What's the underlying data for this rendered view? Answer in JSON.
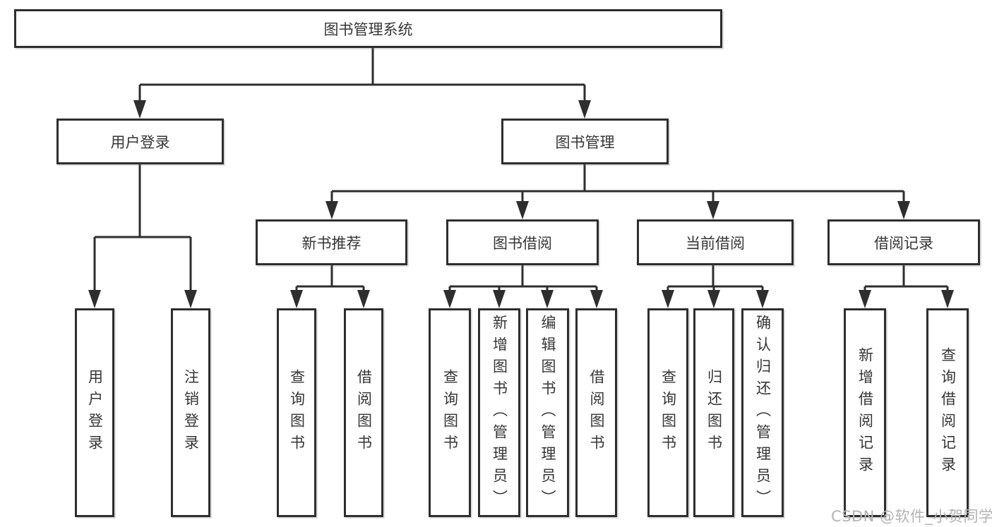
{
  "diagram": {
    "root": {
      "label": "图书管理系统"
    },
    "modules": [
      {
        "label": "用户登录",
        "features": [
          {
            "label": "用户登录"
          },
          {
            "label": "注销登录"
          }
        ]
      },
      {
        "label": "图书管理",
        "submodules": [
          {
            "label": "新书推荐",
            "features": [
              {
                "label": "查询图书"
              },
              {
                "label": "借阅图书"
              }
            ]
          },
          {
            "label": "图书借阅",
            "features": [
              {
                "label": "查询图书"
              },
              {
                "label": "新增图书（管理员）"
              },
              {
                "label": "编辑图书（管理员）"
              },
              {
                "label": "借阅图书"
              }
            ]
          },
          {
            "label": "当前借阅",
            "features": [
              {
                "label": "查询图书"
              },
              {
                "label": "归还图书"
              },
              {
                "label": "确认归还（管理员）"
              }
            ]
          },
          {
            "label": "借阅记录",
            "features": [
              {
                "label": "新增借阅记录"
              },
              {
                "label": "查询借阅记录"
              }
            ]
          }
        ]
      }
    ]
  },
  "watermark": {
    "text": "CSDN @软件_小贺同学"
  },
  "colors": {
    "line": "#2e2e2e",
    "text": "#363636",
    "background": "#ffffff",
    "watermark": "#b3b3b3"
  }
}
